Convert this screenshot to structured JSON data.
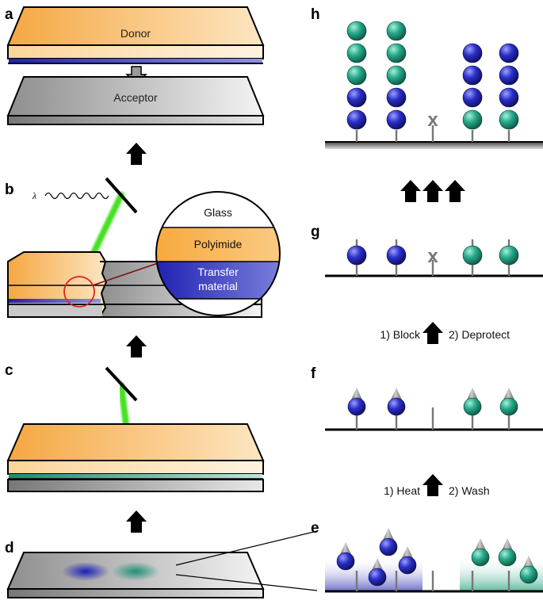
{
  "panels": {
    "a": {
      "label": "a",
      "donor": "Donor",
      "acceptor": "Acceptor"
    },
    "b": {
      "label": "b",
      "lambda": "λ",
      "inset": {
        "glass": "Glass",
        "polyimide": "Polyimide",
        "transfer_line1": "Transfer",
        "transfer_line2": "material"
      }
    },
    "c": {
      "label": "c"
    },
    "d": {
      "label": "d"
    },
    "e": {
      "label": "e"
    },
    "f": {
      "label": "f"
    },
    "g": {
      "label": "g"
    },
    "h": {
      "label": "h"
    }
  },
  "steps": {
    "e_to_f": {
      "left": "1) Heat",
      "right": "2) Wash"
    },
    "f_to_g": {
      "left": "1) Block",
      "right": "2) Deprotect"
    }
  },
  "blocked_site_mark": "x",
  "colors": {
    "donor_orange": "#f6b04a",
    "transfer_blue": "#2a2fb5",
    "teal": "#2aa58c",
    "laser_green": "#44e022",
    "lens_red": "#d9271c"
  }
}
